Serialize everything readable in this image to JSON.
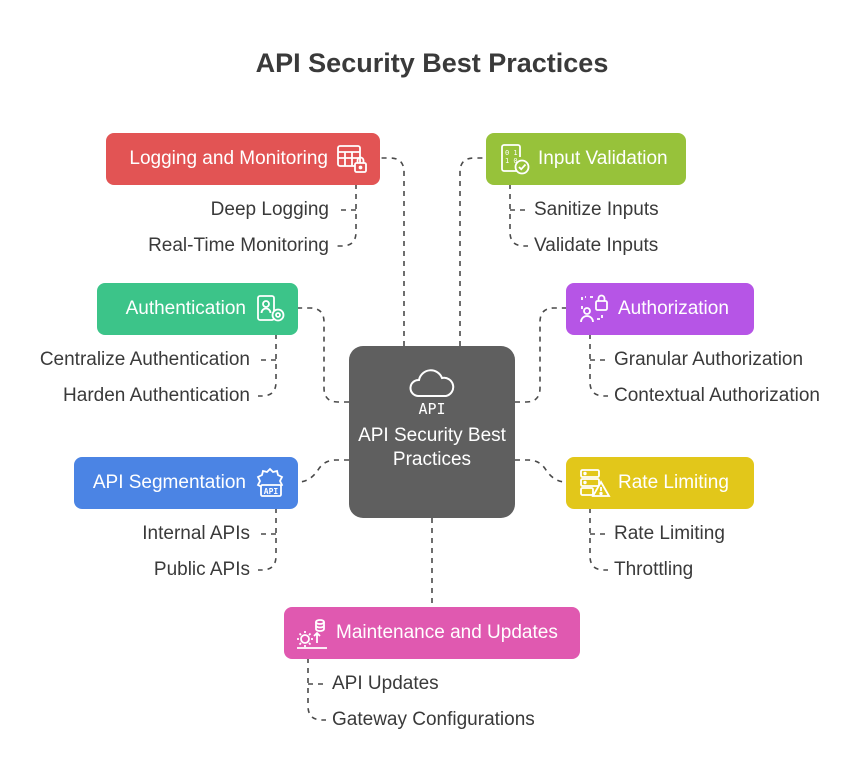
{
  "title": "API Security Best Practices",
  "hub": {
    "label": "API Security Best Practices",
    "icon": "cloud-api-icon",
    "icon_text": "API",
    "color": "#5f5f5f"
  },
  "categories": {
    "logging": {
      "label": "Logging and Monitoring",
      "icon": "table-lock-icon",
      "color": "#e25454",
      "items": [
        "Deep Logging",
        "Real-Time Monitoring"
      ]
    },
    "input": {
      "label": "Input Validation",
      "icon": "binary-document-check-icon",
      "color": "#97c23a",
      "items": [
        "Sanitize Inputs",
        "Validate Inputs"
      ]
    },
    "authentication": {
      "label": "Authentication",
      "icon": "id-badge-icon",
      "color": "#3cc489",
      "items": [
        "Centralize Authentication",
        "Harden Authentication"
      ]
    },
    "authorization": {
      "label": "Authorization",
      "icon": "user-lock-icon",
      "color": "#b655e6",
      "items": [
        "Granular Authorization",
        "Contextual Authorization"
      ]
    },
    "segmentation": {
      "label": "API Segmentation",
      "icon": "gear-api-icon",
      "color": "#4b84e4",
      "icon_text": "API",
      "items": [
        "Internal APIs",
        "Public APIs"
      ]
    },
    "rate": {
      "label": "Rate Limiting",
      "icon": "server-warning-icon",
      "color": "#e2c71a",
      "items": [
        "Rate Limiting",
        "Throttling"
      ]
    },
    "maintenance": {
      "label": "Maintenance and Updates",
      "icon": "gear-database-icon",
      "color": "#e059b0",
      "items": [
        "API Updates",
        "Gateway Configurations"
      ]
    }
  }
}
